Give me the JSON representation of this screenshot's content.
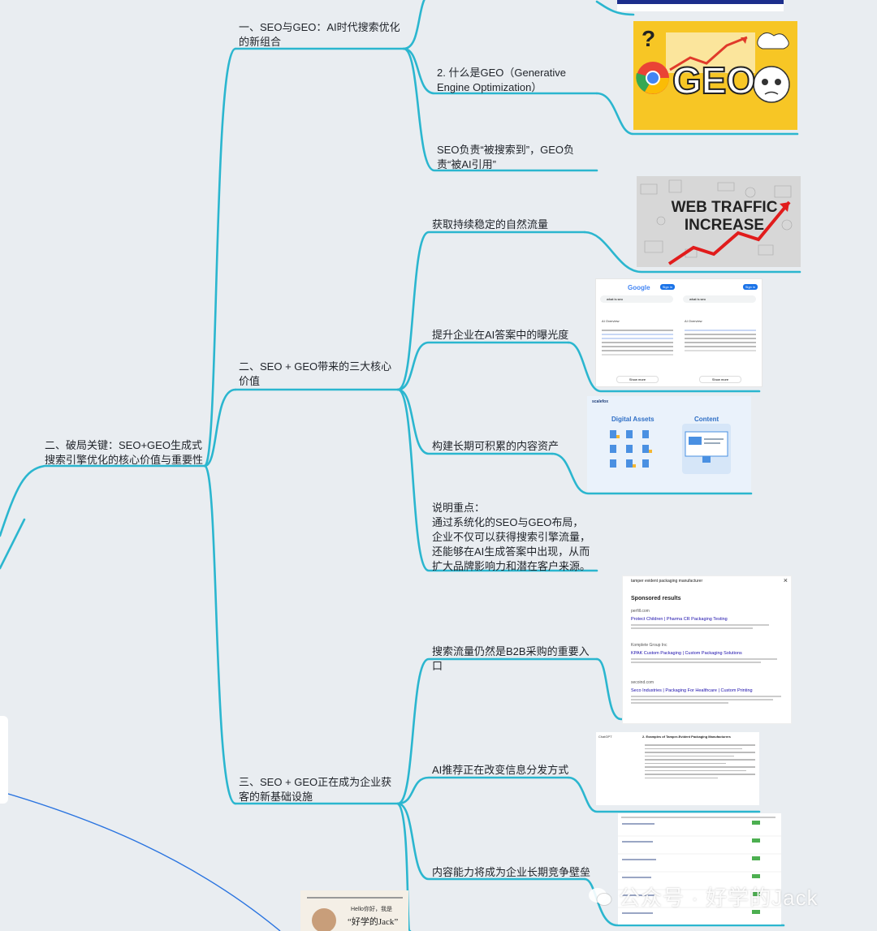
{
  "colors": {
    "branch": "#2bb6cf",
    "background": "#e9edf1",
    "text": "#1f2329"
  },
  "nodes": {
    "root": "二、破局关键：SEO+GEO生成式搜索引擎优化的核心价值与重要性",
    "sec1": {
      "title": "一、SEO与GEO：AI时代搜索优化的新组合",
      "items": [
        "2. 什么是GEO（Generative Engine Optimization）",
        "SEO负责“被搜索到”，GEO负责“被AI引用”"
      ]
    },
    "sec2": {
      "title": "二、SEO + GEO带来的三大核心价值",
      "items": [
        "获取持续稳定的自然流量",
        "提升企业在AI答案中的曝光度",
        "构建长期可积累的内容资产",
        "说明重点：\n通过系统化的SEO与GEO布局，企业不仅可以获得搜索引擎流量，还能够在AI生成答案中出现，从而扩大品牌影响力和潜在客户来源。"
      ]
    },
    "sec3": {
      "title": "三、SEO + GEO正在成为企业获客的新基础设施",
      "items": [
        "搜索流量仍然是B2B采购的重要入口",
        "AI推荐正在改变信息分发方式",
        "内容能力将成为企业长期竞争壁垒"
      ]
    }
  },
  "images": {
    "geo": {
      "text": "GEO",
      "icon": "question-mark-icon"
    },
    "traffic": {
      "line1": "WEB TRAFFIC",
      "line2": "INCREASE"
    },
    "google": {
      "logo": "Google",
      "signin": "Sign in",
      "query": "what is seo",
      "overview": "AI Overview",
      "show_more": "Show more"
    },
    "assets": {
      "brand": "scalefox",
      "left": "Digital Assets",
      "right": "Content"
    },
    "sponsored": {
      "query": "tamper evident packaging manufacturer",
      "heading": "Sponsored results",
      "ads": [
        {
          "title": "Protect Children | Pharma CR Packaging Testing",
          "domain": "perfill.com"
        },
        {
          "title": "KPAK Custom Packaging | Custom Packaging Solutions",
          "domain": "Komplete Group Inc"
        },
        {
          "title": "Seco Industries | Packaging For Healthcare | Custom Printing",
          "domain": "secoind.com"
        }
      ]
    },
    "chatgpt": {
      "label": "ChatGPT",
      "heading": "2. Examples of Tamper-Evident Packaging Manufacturers"
    },
    "profile": {
      "greeting": "Hello你好，我是",
      "name": "“好学的Jack”"
    }
  },
  "watermark": "公众号 · 好学的Jack"
}
